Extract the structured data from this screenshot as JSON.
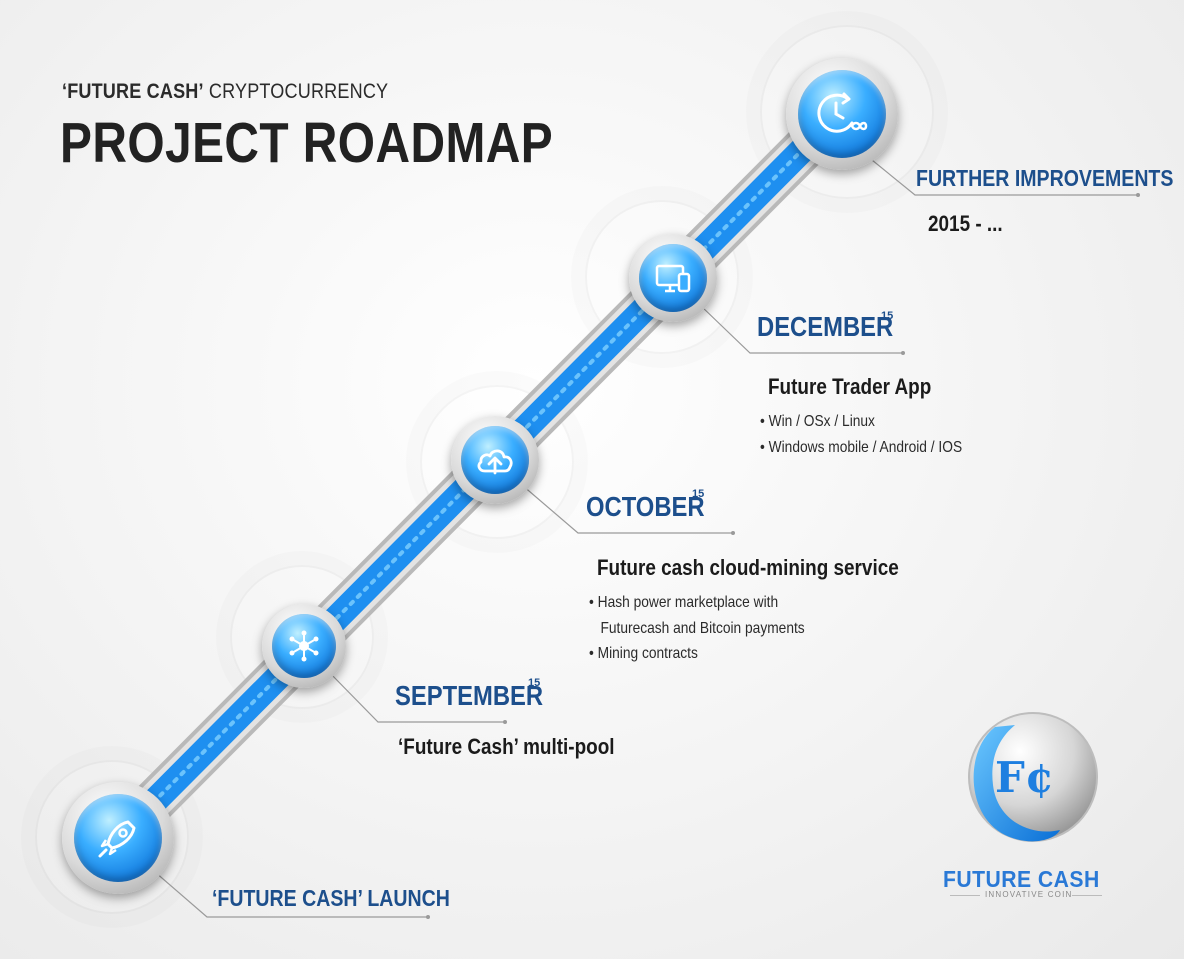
{
  "header": {
    "brand": "‘FUTURE CASH’",
    "subtitle_rest": " CRYPTOCURRENCY",
    "title": "PROJECT ROADMAP"
  },
  "milestones": [
    {
      "label": "‘FUTURE CASH’ LAUNCH",
      "icon": "rocket-icon"
    },
    {
      "label": "SEPTEMBER",
      "sup": "15",
      "heading": "‘Future Cash’ multi-pool",
      "icon": "network-hub-icon"
    },
    {
      "label": "OCTOBER",
      "sup": "15",
      "heading": "Future cash cloud-mining service",
      "icon": "cloud-upload-icon",
      "bullets": [
        "• Hash power marketplace with",
        "   Futurecash and Bitcoin payments",
        "• Mining contracts"
      ]
    },
    {
      "label": "DECEMBER",
      "sup": "15",
      "heading": "Future Trader App",
      "icon": "devices-icon",
      "bullets": [
        "• Win / OSx / Linux",
        "• Windows mobile / Android / IOS"
      ]
    },
    {
      "label": "FURTHER IMPROVEMENTS",
      "heading": "2015 - ...",
      "icon": "clock-infinity-icon"
    }
  ],
  "logo": {
    "mark": "F¢",
    "name": "FUTURE CASH",
    "tagline": "INNOVATIVE COIN"
  },
  "colors": {
    "track_blue": "#1e8ff0",
    "label_blue": "#1d4f8c",
    "logo_blue": "#2a79d6",
    "text_dark": "#222222"
  }
}
